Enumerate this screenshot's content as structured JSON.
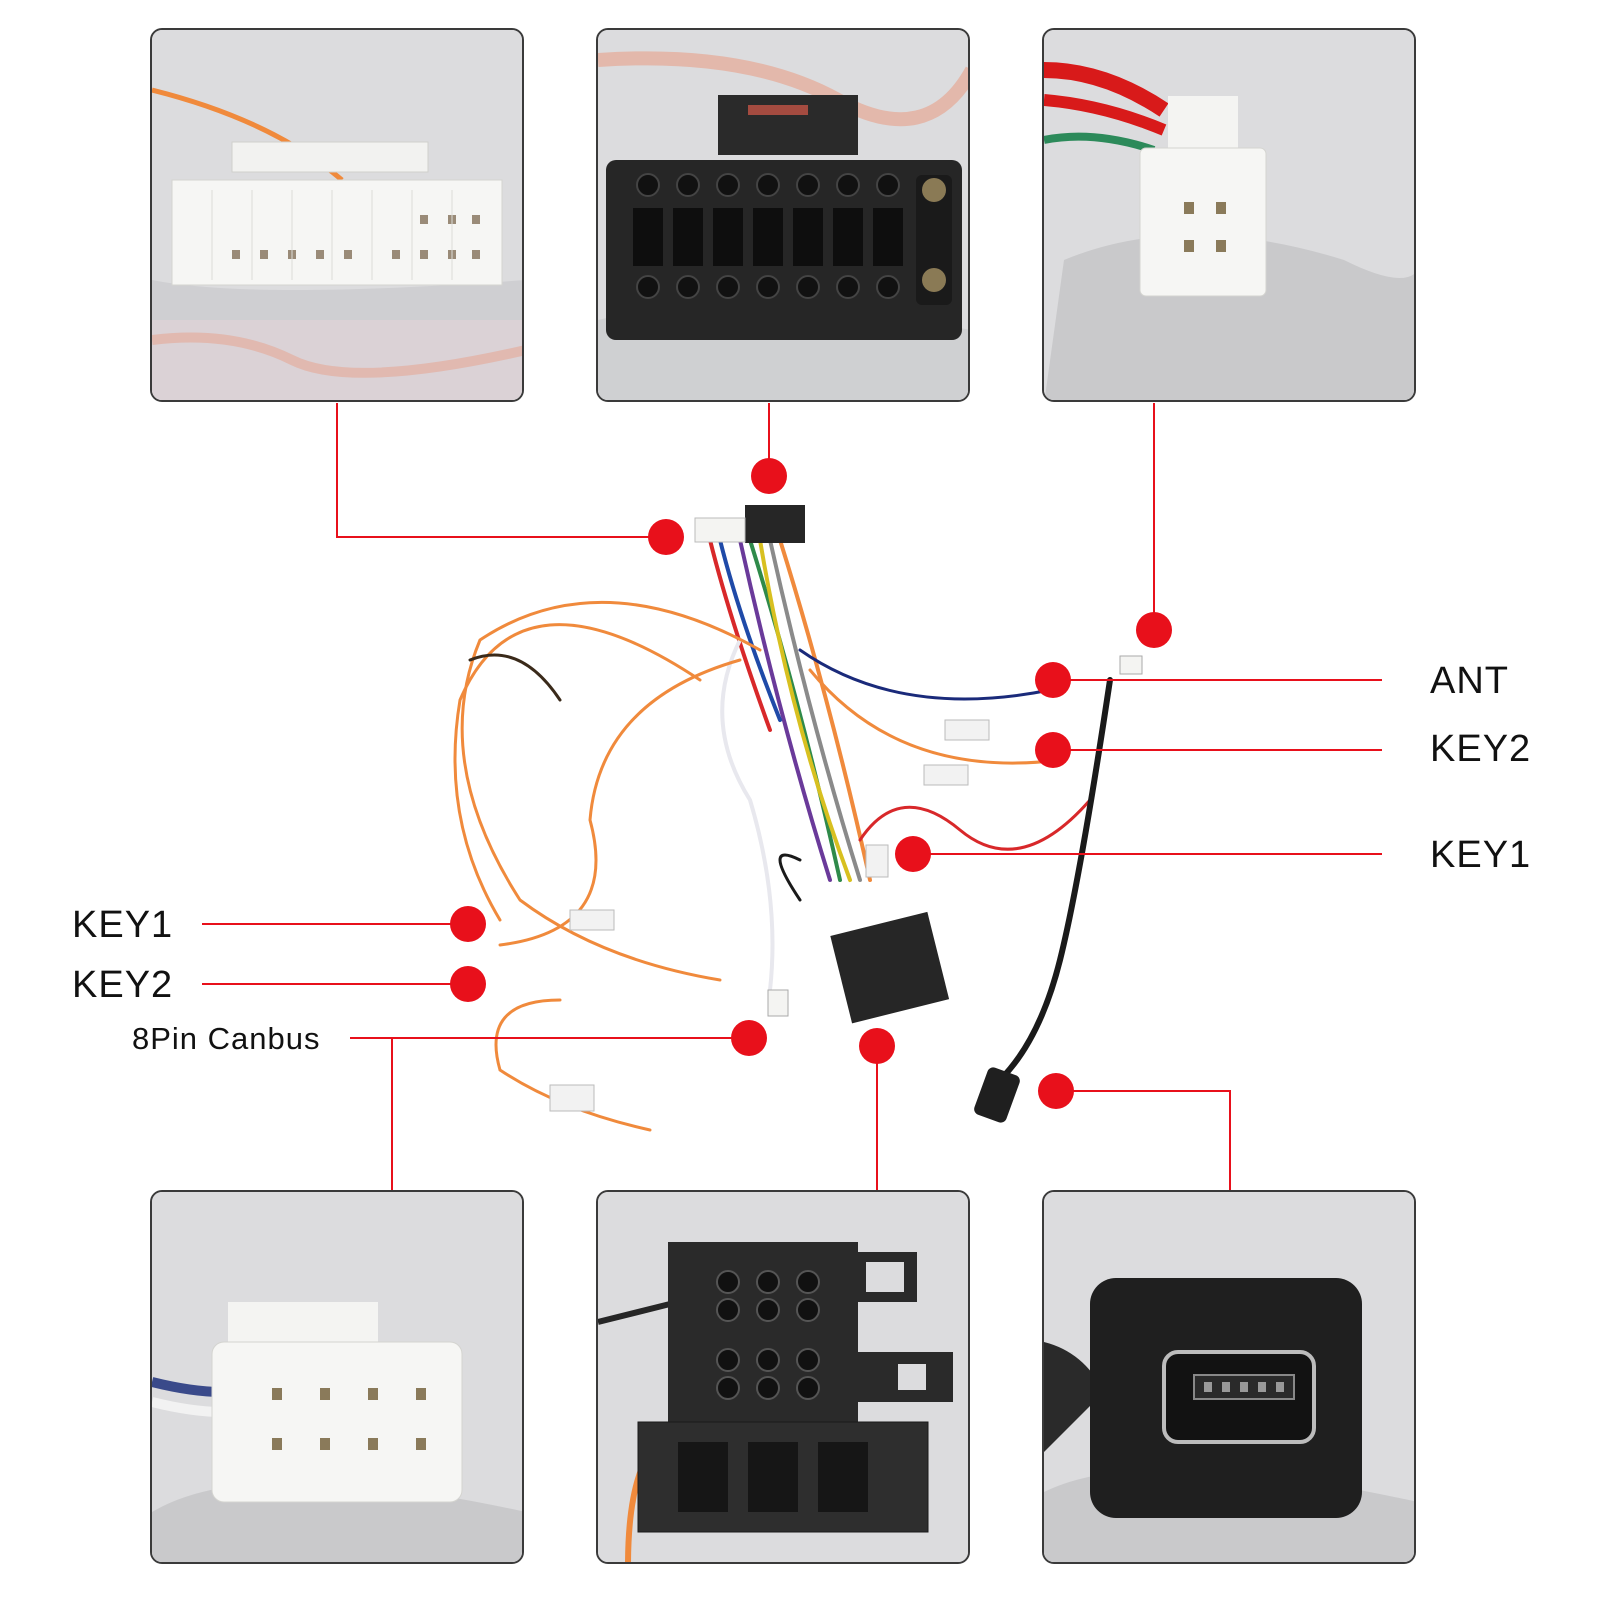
{
  "labels": {
    "ant": "ANT",
    "key2_right": "KEY2",
    "key1_right": "KEY1",
    "key1_left": "KEY1",
    "key2_left": "KEY2",
    "canbus": "8Pin Canbus"
  },
  "colors": {
    "callout_red": "#e8101b",
    "panel_border": "#3a3a3a",
    "connector_black": "#262626",
    "connector_white": "#f4f4f2",
    "wire_orange": "#f08a3c"
  },
  "panels": [
    {
      "id": "p1",
      "name": "photo-white-16pin-connector"
    },
    {
      "id": "p2",
      "name": "photo-black-16pin-connector"
    },
    {
      "id": "p3",
      "name": "photo-white-4pin-connector"
    },
    {
      "id": "p4",
      "name": "photo-white-8pin-canbus-connector"
    },
    {
      "id": "p5",
      "name": "photo-iso-harness-connector"
    },
    {
      "id": "p6",
      "name": "photo-mini-usb-connector"
    }
  ]
}
